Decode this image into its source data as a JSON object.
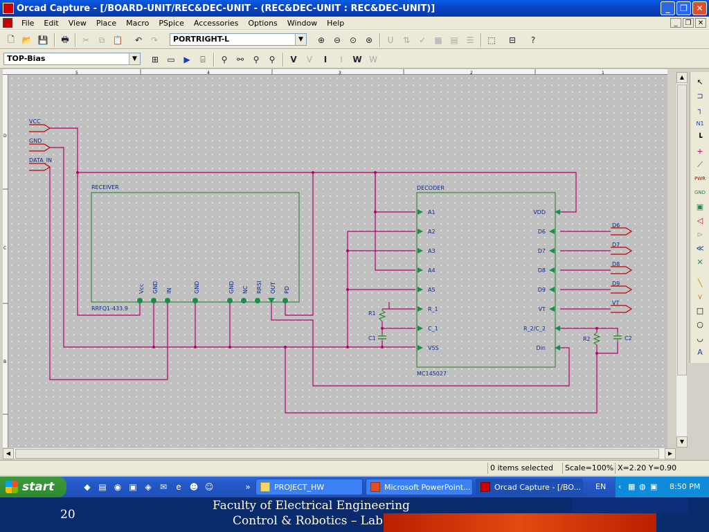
{
  "window": {
    "title": "Orcad Capture - [/BOARD-UNIT/REC&DEC-UNIT - (REC&DEC-UNIT : REC&DEC-UNIT)]",
    "minimize": "_",
    "restore": "❐",
    "close": "✕"
  },
  "menu": [
    "File",
    "Edit",
    "View",
    "Place",
    "Macro",
    "PSpice",
    "Accessories",
    "Options",
    "Window",
    "Help"
  ],
  "toolbar": {
    "part_combo": "PORTRIGHT-L",
    "net_combo": "TOP-Bias"
  },
  "schematic": {
    "ruler_top": [
      "5",
      "4",
      "3",
      "2",
      "1"
    ],
    "ruler_left": [
      "D",
      "C",
      "B"
    ],
    "ports": {
      "vcc": "VCC",
      "gnd": "GND",
      "data_in": "DATA_IN"
    },
    "receiver": {
      "title": "RECEIVER",
      "part": "RRFQ1-433.9",
      "pins": [
        "Vcc",
        "GND",
        "IN",
        "GND",
        "GND",
        "NC",
        "RRSI",
        "OUT",
        "PD"
      ]
    },
    "decoder": {
      "title": "DECODER",
      "part": "MC145027",
      "left_pins": [
        "A1",
        "A2",
        "A3",
        "A4",
        "A5",
        "R_1",
        "C_1",
        "VSS"
      ],
      "right_pins": [
        "VDD",
        "D6",
        "D7",
        "D8",
        "D9",
        "VT",
        "R_2/C_2",
        "Din"
      ]
    },
    "out_ports": [
      "D6",
      "D7",
      "D8",
      "D9",
      "VT"
    ],
    "components": {
      "r1": "R1",
      "c1": "C1",
      "r2": "R2",
      "c2": "C2"
    }
  },
  "status": {
    "selection": "0 items selected",
    "scale": "Scale=100%",
    "coords": "X=2.20  Y=0.90"
  },
  "taskbar": {
    "start": "start",
    "tasks": [
      "PROJECT_HW",
      "Microsoft PowerPoint...",
      "Orcad Capture - [/BO..."
    ],
    "lang": "EN",
    "time": "8:50 PM"
  },
  "slide": {
    "page": "20",
    "line1": "Faculty of Electrical Engineering",
    "line2": "Control & Robotics – Lab"
  },
  "colors": {
    "wire": "#b40070",
    "component": "#1e7f1e",
    "text": "#0a2a8a",
    "port": "#c00000",
    "pin": "#1a8f4a"
  }
}
